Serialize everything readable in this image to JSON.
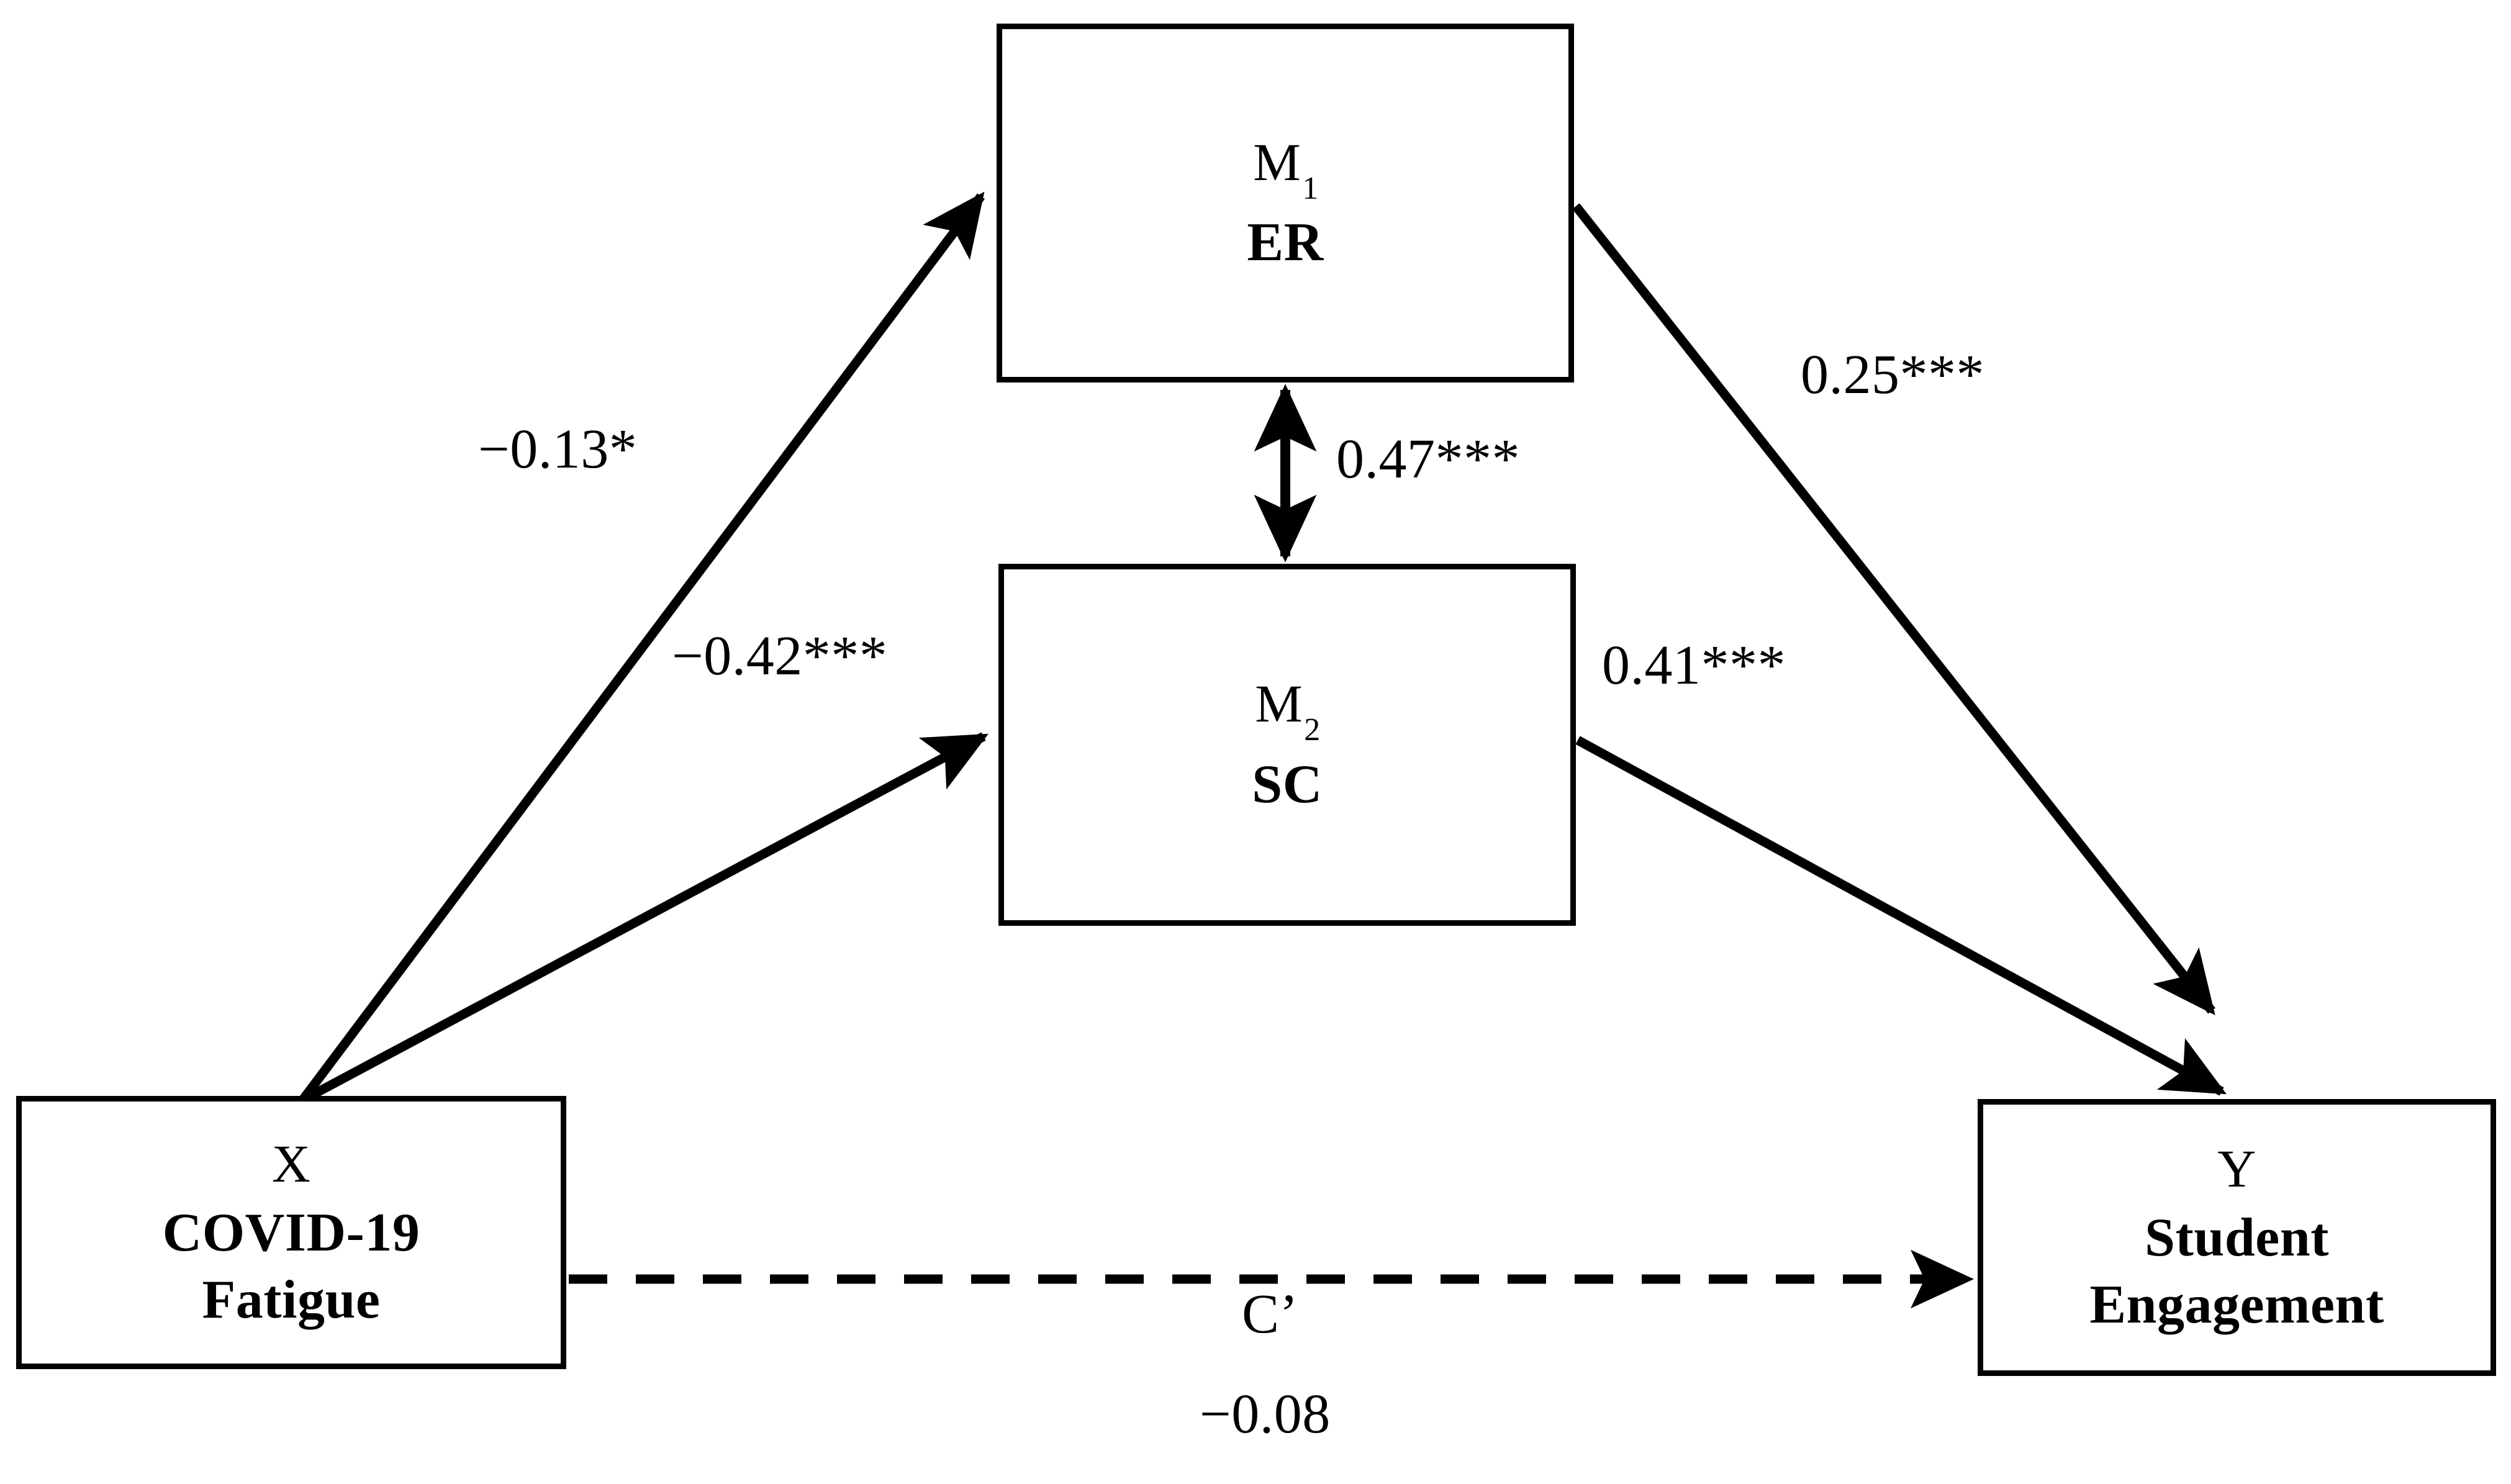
{
  "diagram": {
    "type": "serial-parallel-mediation-model",
    "nodes": [
      {
        "id": "M1",
        "code": "M",
        "subscript": "1",
        "name": "ER",
        "role": "mediator"
      },
      {
        "id": "M2",
        "code": "M",
        "subscript": "2",
        "name": "SC",
        "role": "mediator"
      },
      {
        "id": "X",
        "code": "X",
        "subscript": "",
        "name_line1": "COVID-19",
        "name_line2": "Fatigue",
        "role": "predictor"
      },
      {
        "id": "Y",
        "code": "Y",
        "subscript": "",
        "name_line1": "Student",
        "name_line2": "Engagement",
        "role": "outcome"
      }
    ],
    "paths": [
      {
        "id": "x-to-m1",
        "from": "X",
        "to": "M1",
        "label": "−0.13*",
        "coefficient": -0.13,
        "significance": "*",
        "style": "solid",
        "arrow": "single"
      },
      {
        "id": "x-to-m2",
        "from": "X",
        "to": "M2",
        "label": "−0.42***",
        "coefficient": -0.42,
        "significance": "***",
        "style": "solid",
        "arrow": "single"
      },
      {
        "id": "m1-to-m2",
        "from": "M1",
        "to": "M2",
        "label": "0.47***",
        "coefficient": 0.47,
        "significance": "***",
        "style": "solid",
        "arrow": "double"
      },
      {
        "id": "m1-to-y",
        "from": "M1",
        "to": "Y",
        "label": "0.25***",
        "coefficient": 0.25,
        "significance": "***",
        "style": "solid",
        "arrow": "single"
      },
      {
        "id": "m2-to-y",
        "from": "M2",
        "to": "Y",
        "label": "0.41***",
        "coefficient": 0.41,
        "significance": "***",
        "style": "solid",
        "arrow": "single"
      },
      {
        "id": "x-to-y-direct",
        "from": "X",
        "to": "Y",
        "path_name": "C’",
        "label": "−0.08",
        "coefficient": -0.08,
        "significance": "",
        "style": "dashed",
        "arrow": "single"
      }
    ],
    "colors": {
      "stroke": "#000000",
      "text": "#000000",
      "background": "#ffffff"
    }
  }
}
